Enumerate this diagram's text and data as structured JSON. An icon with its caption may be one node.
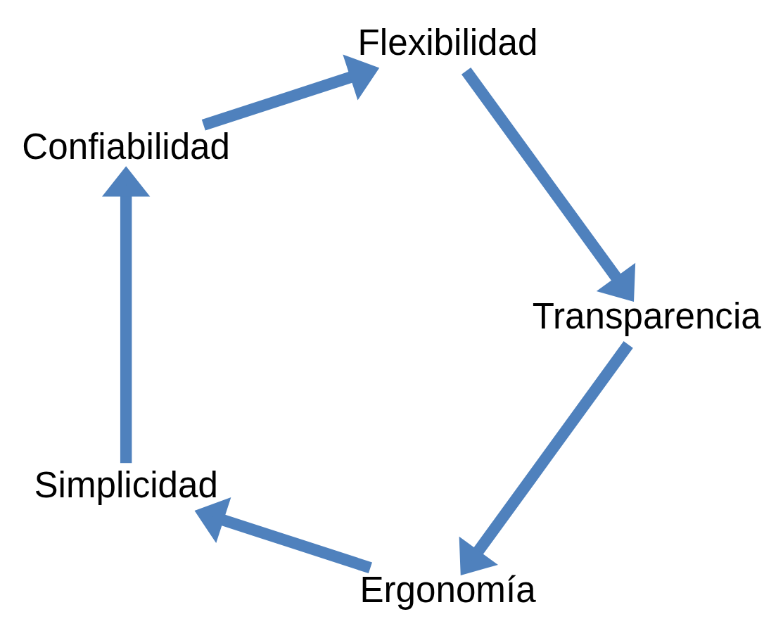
{
  "diagram": {
    "nodes": [
      {
        "text": [
          "Ergonomía"
        ]
      },
      {
        "text": [
          "Simplicidad"
        ]
      },
      {
        "text": [
          "Confiabilidad"
        ]
      },
      {
        "text": [
          "Flexibilidad"
        ]
      },
      {
        "text": [
          "Transparencia"
        ]
      }
    ],
    "edges": [
      {
        "from": 0,
        "to": 1,
        "arrow": "to"
      },
      {
        "from": 1,
        "to": 2,
        "arrow": "to"
      },
      {
        "from": 2,
        "to": 3,
        "arrow": "to"
      },
      {
        "from": 3,
        "to": 4,
        "arrow": "to"
      },
      {
        "from": 4,
        "to": 0,
        "arrow": "to"
      }
    ]
  }
}
